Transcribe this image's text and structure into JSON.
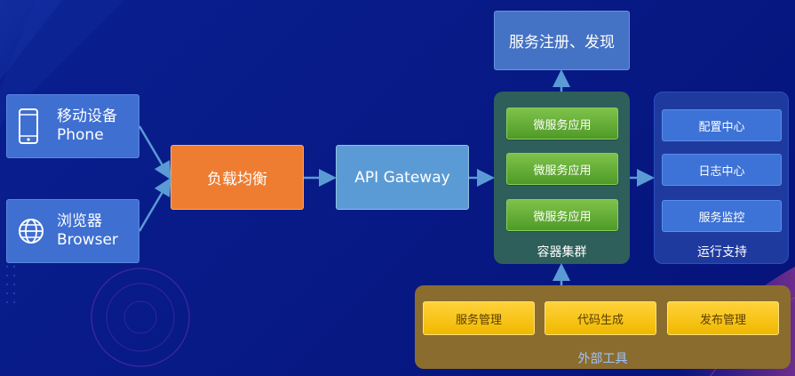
{
  "clients": [
    {
      "line1": "移动设备",
      "line2": "Phone",
      "icon": "phone-icon"
    },
    {
      "line1": "浏览器",
      "line2": "Browser",
      "icon": "globe-icon"
    }
  ],
  "load_balancer": "负载均衡",
  "api_gateway": "API Gateway",
  "service_registry": "服务注册、发现",
  "container_cluster": {
    "title": "容器集群",
    "items": [
      "微服务应用",
      "微服务应用",
      "微服务应用"
    ]
  },
  "ops_support": {
    "title": "运行支持",
    "items": [
      "配置中心",
      "日志中心",
      "服务监控"
    ]
  },
  "external_tools": {
    "title": "外部工具",
    "items": [
      "服务管理",
      "代码生成",
      "发布管理"
    ]
  },
  "colors": {
    "background": "#071a86",
    "client_box": "#3f6fd1",
    "load_balancer": "#ee7d31",
    "api_gateway": "#5b9bd5",
    "registry": "#4472c4",
    "cluster_panel": "#2e5f5a",
    "ops_panel": "#1f3a9e",
    "tools_panel": "#8a6d2e",
    "arrow": "#5b9bd5"
  }
}
